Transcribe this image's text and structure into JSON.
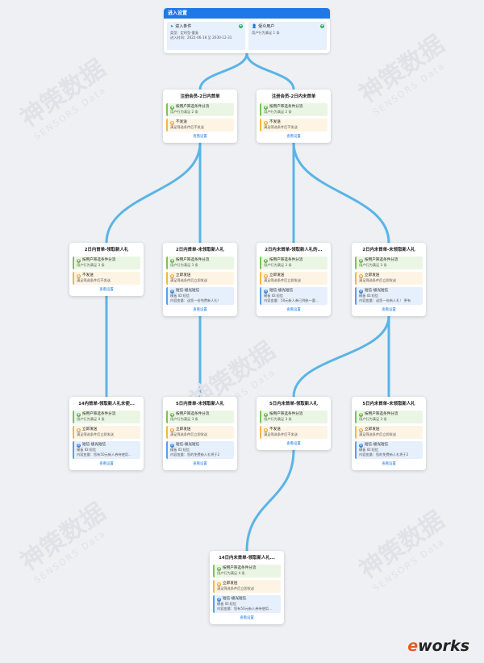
{
  "watermark": {
    "brand": "神策数据",
    "sub": "SENSORS Data"
  },
  "logo": {
    "mark": "e",
    "text": "works"
  },
  "entry": {
    "header": "进入设置",
    "condition": {
      "title": "进入条件",
      "type": "类型：定时型-重复",
      "time": "进入时间：2022-06-18 至 2030-12-31",
      "icon": "send-icon"
    },
    "audience": {
      "title": "受众用户",
      "rule": "用户行为满足 1 条",
      "icon": "user-icon"
    }
  },
  "labels": {
    "more": "查看设置"
  },
  "nodes": [
    {
      "title": "注册会员-2日内首单",
      "sections": [
        {
          "kind": "f",
          "title": "按用户筛选条件分流",
          "lines": [
            "用户行为满足 2 条"
          ]
        },
        {
          "kind": "o",
          "title": "不发送",
          "lines": [
            "满足筛选条件后不发送"
          ]
        }
      ]
    },
    {
      "title": "注册会员-2日内未首单",
      "sections": [
        {
          "kind": "f",
          "title": "按用户筛选条件分流",
          "lines": [
            "用户行为满足 2 条"
          ]
        },
        {
          "kind": "o",
          "title": "不发送",
          "lines": [
            "满足筛选条件后不发送"
          ]
        }
      ]
    },
    {
      "title": "2日内首单-领取新人礼",
      "sections": [
        {
          "kind": "f",
          "title": "按用户筛选条件分流",
          "lines": [
            "用户行为满足 3 条"
          ]
        },
        {
          "kind": "o",
          "title": "不发送",
          "lines": [
            "满足筛选条件后不发送"
          ]
        }
      ]
    },
    {
      "title": "2日内首单-未领取新人礼",
      "sections": [
        {
          "kind": "f",
          "title": "按用户筛选条件分流",
          "lines": [
            "用户行为满足 3 条"
          ]
        },
        {
          "kind": "o",
          "title": "立即发送",
          "lines": [
            "满足筛选条件后立即发送"
          ]
        },
        {
          "kind": "s",
          "title": "短信-极光短信",
          "lines": [
            "模板 ID:短信",
            "内容变量：送您一份免费新人礼！"
          ]
        }
      ]
    },
    {
      "title": "2日内未首单-领取新人礼的...",
      "sections": [
        {
          "kind": "f",
          "title": "按用户筛选条件分流",
          "lines": [
            "用户行为满足 3 条"
          ]
        },
        {
          "kind": "o",
          "title": "立即发送",
          "lines": [
            "满足筛选条件后立即发送"
          ]
        },
        {
          "kind": "s",
          "title": "短信-极光短信",
          "lines": [
            "模板 ID:短信",
            "内容变量：50元新人券已到账～要..."
          ]
        }
      ]
    },
    {
      "title": "2日内未首单-未领取新人礼",
      "sections": [
        {
          "kind": "f",
          "title": "按用户筛选条件分流",
          "lines": [
            "用户行为满足 3 条"
          ]
        },
        {
          "kind": "o",
          "title": "立即发送",
          "lines": [
            "满足筛选条件后立即发送"
          ]
        },
        {
          "kind": "s",
          "title": "短信-极光短信",
          "lines": [
            "模板 ID:短信",
            "内容变量：送您一份新人礼！ 更有"
          ]
        }
      ]
    },
    {
      "title": "14内首单-领取新人礼未使...",
      "sections": [
        {
          "kind": "f",
          "title": "按用户筛选条件分流",
          "lines": [
            "用户行为满足 4 条"
          ]
        },
        {
          "kind": "o",
          "title": "立即发送",
          "lines": [
            "满足筛选条件后立即发送"
          ]
        },
        {
          "kind": "s",
          "title": "短信-极光短信",
          "lines": [
            "模板 ID:短信",
            "内容变量：您有50元新人券待使用..."
          ]
        }
      ]
    },
    {
      "title": "5日内首单-未领取新人礼",
      "sections": [
        {
          "kind": "f",
          "title": "按用户筛选条件分流",
          "lines": [
            "用户行为满足 3 条"
          ]
        },
        {
          "kind": "o",
          "title": "立即发送",
          "lines": [
            "满足筛选条件后立即发送"
          ]
        },
        {
          "kind": "s",
          "title": "短信-极光短信",
          "lines": [
            "模板 ID:短信",
            "内容变量：您的免费新人礼将于2"
          ]
        }
      ]
    },
    {
      "title": "5日内未首单-领取新人礼",
      "sections": [
        {
          "kind": "f",
          "title": "按用户筛选条件分流",
          "lines": [
            "用户行为满足 3 条"
          ]
        },
        {
          "kind": "o",
          "title": "不发送",
          "lines": [
            "满足筛选条件后不发送"
          ]
        }
      ]
    },
    {
      "title": "5日内未首单-未领取新人礼",
      "sections": [
        {
          "kind": "f",
          "title": "按用户筛选条件分流",
          "lines": [
            "用户行为满足 3 条"
          ]
        },
        {
          "kind": "o",
          "title": "立即发送",
          "lines": [
            "满足筛选条件后立即发送"
          ]
        },
        {
          "kind": "s",
          "title": "短信-极光短信",
          "lines": [
            "模板 ID:短信",
            "内容变量：您的免费新人礼将于2"
          ]
        }
      ]
    },
    {
      "title": "14日内未首单-领取新人礼...",
      "sections": [
        {
          "kind": "f",
          "title": "按用户筛选条件分流",
          "lines": [
            "用户行为满足 4 条"
          ]
        },
        {
          "kind": "o",
          "title": "立即发送",
          "lines": [
            "满足筛选条件后立即发送"
          ]
        },
        {
          "kind": "s",
          "title": "短信-极光短信",
          "lines": [
            "模板 ID:短信",
            "内容变量：您有50元新人券待使用..."
          ]
        }
      ]
    }
  ],
  "colors": {
    "link": "#5bb4e6",
    "accent": "#1e79e6"
  }
}
